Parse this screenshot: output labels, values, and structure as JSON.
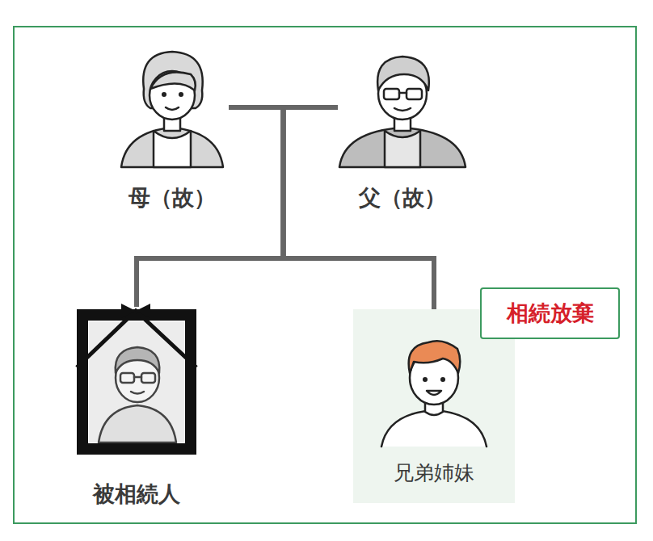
{
  "diagram": {
    "nodes": [
      {
        "text": [
          "母（故）"
        ]
      },
      {
        "text": [
          "父（故）"
        ]
      },
      {
        "text": [
          "被相続人"
        ]
      },
      {
        "text": [
          "兄弟姉妹"
        ]
      },
      {
        "text": [
          "相続放棄"
        ]
      }
    ],
    "edges": [
      {
        "from": 0,
        "to": 1,
        "arrow": "none"
      },
      {
        "from": 0,
        "to": 2,
        "arrow": "none"
      },
      {
        "from": 1,
        "to": 2,
        "arrow": "none"
      },
      {
        "from": 0,
        "to": 3,
        "arrow": "none"
      },
      {
        "from": 1,
        "to": 3,
        "arrow": "none"
      }
    ]
  }
}
